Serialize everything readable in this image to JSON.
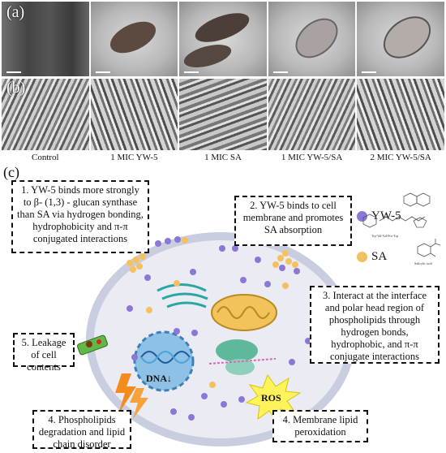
{
  "panels": {
    "a_label": "(a)",
    "b_label": "(b)",
    "c_label": "(c)",
    "conditions": [
      "Control",
      "1 MIC YW-5",
      "1 MIC SA",
      "1 MIC YW-5/SA",
      "2 MIC YW-5/SA"
    ]
  },
  "legend": {
    "yw5_label": "YW-5",
    "sa_label": "SA",
    "yw5_structure_caption": "Trp-Val-Val-Pro-Trp",
    "sa_structure_caption": "Salicylic acid"
  },
  "mechanisms": {
    "m1": "1. YW-5 binds more strongly to β- (1,3) - glucan synthase than SA via hydrogen bonding, hydrophobicity and π-π conjugated interactions",
    "m2": "2. YW-5 binds to cell membrane and promotes SA absorption",
    "m3": "3. Interact at the interface and polar head region of phospholipids through hydrogen bonds, hydrophobic, and π-π conjugate interactions",
    "m4": "4. Membrane lipid peroxidation",
    "m4b": "4. Phospholipids degradation and lipid chain disorder",
    "m5": "5. Leakage of cell contents"
  },
  "cell": {
    "dna_label": "DNA↓",
    "ros_label": "ROS"
  },
  "colors": {
    "yw5": "#8b78d6",
    "sa": "#f5c060",
    "cell_fill": "#e8e8f2",
    "membrane": "#c5c9de"
  }
}
